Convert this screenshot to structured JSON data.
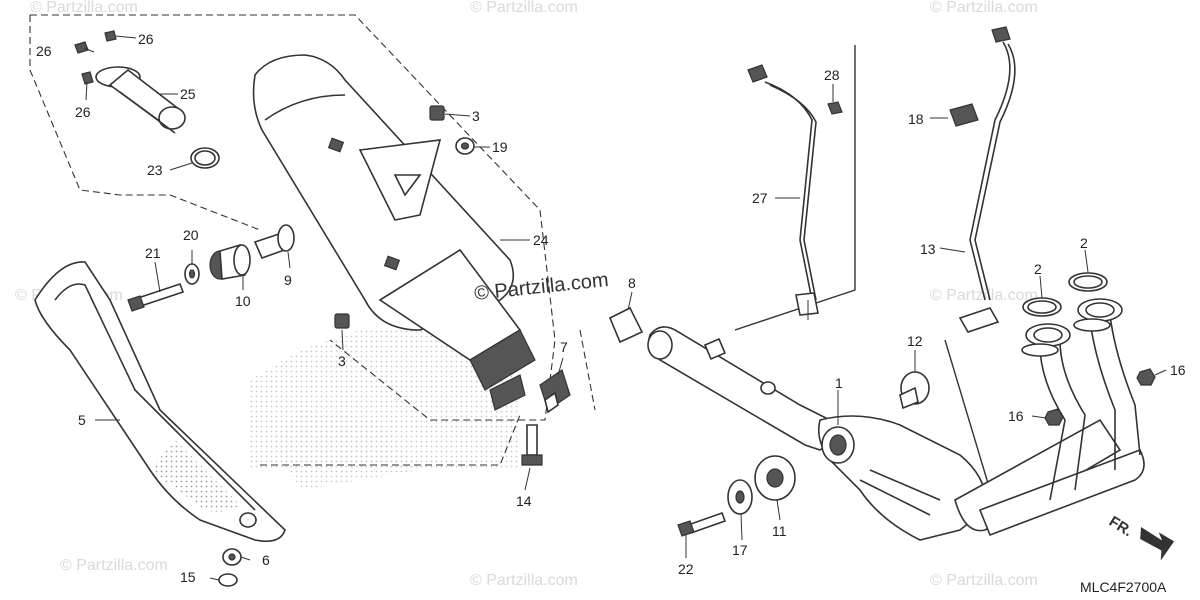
{
  "diagram": {
    "watermark_text": "© Partzilla.com",
    "center_watermark_text": "© Partzilla.com",
    "diagram_code": "MLC4F2700A",
    "forward_label": "FR.",
    "callouts": {
      "c1": "1",
      "c2a": "2",
      "c2b": "2",
      "c3a": "3",
      "c3b": "3",
      "c5": "5",
      "c6": "6",
      "c7": "7",
      "c8": "8",
      "c9": "9",
      "c10": "10",
      "c11": "11",
      "c12": "12",
      "c13": "13",
      "c14": "14",
      "c15": "15",
      "c16a": "16",
      "c16b": "16",
      "c17": "17",
      "c18": "18",
      "c19": "19",
      "c20": "20",
      "c21": "21",
      "c22": "22",
      "c23": "23",
      "c24": "24",
      "c25": "25",
      "c26a": "26",
      "c26b": "26",
      "c26c": "26",
      "c27": "27",
      "c28": "28"
    },
    "colors": {
      "line": "#333333",
      "watermark": "#d9d9d9",
      "background": "#ffffff"
    }
  }
}
